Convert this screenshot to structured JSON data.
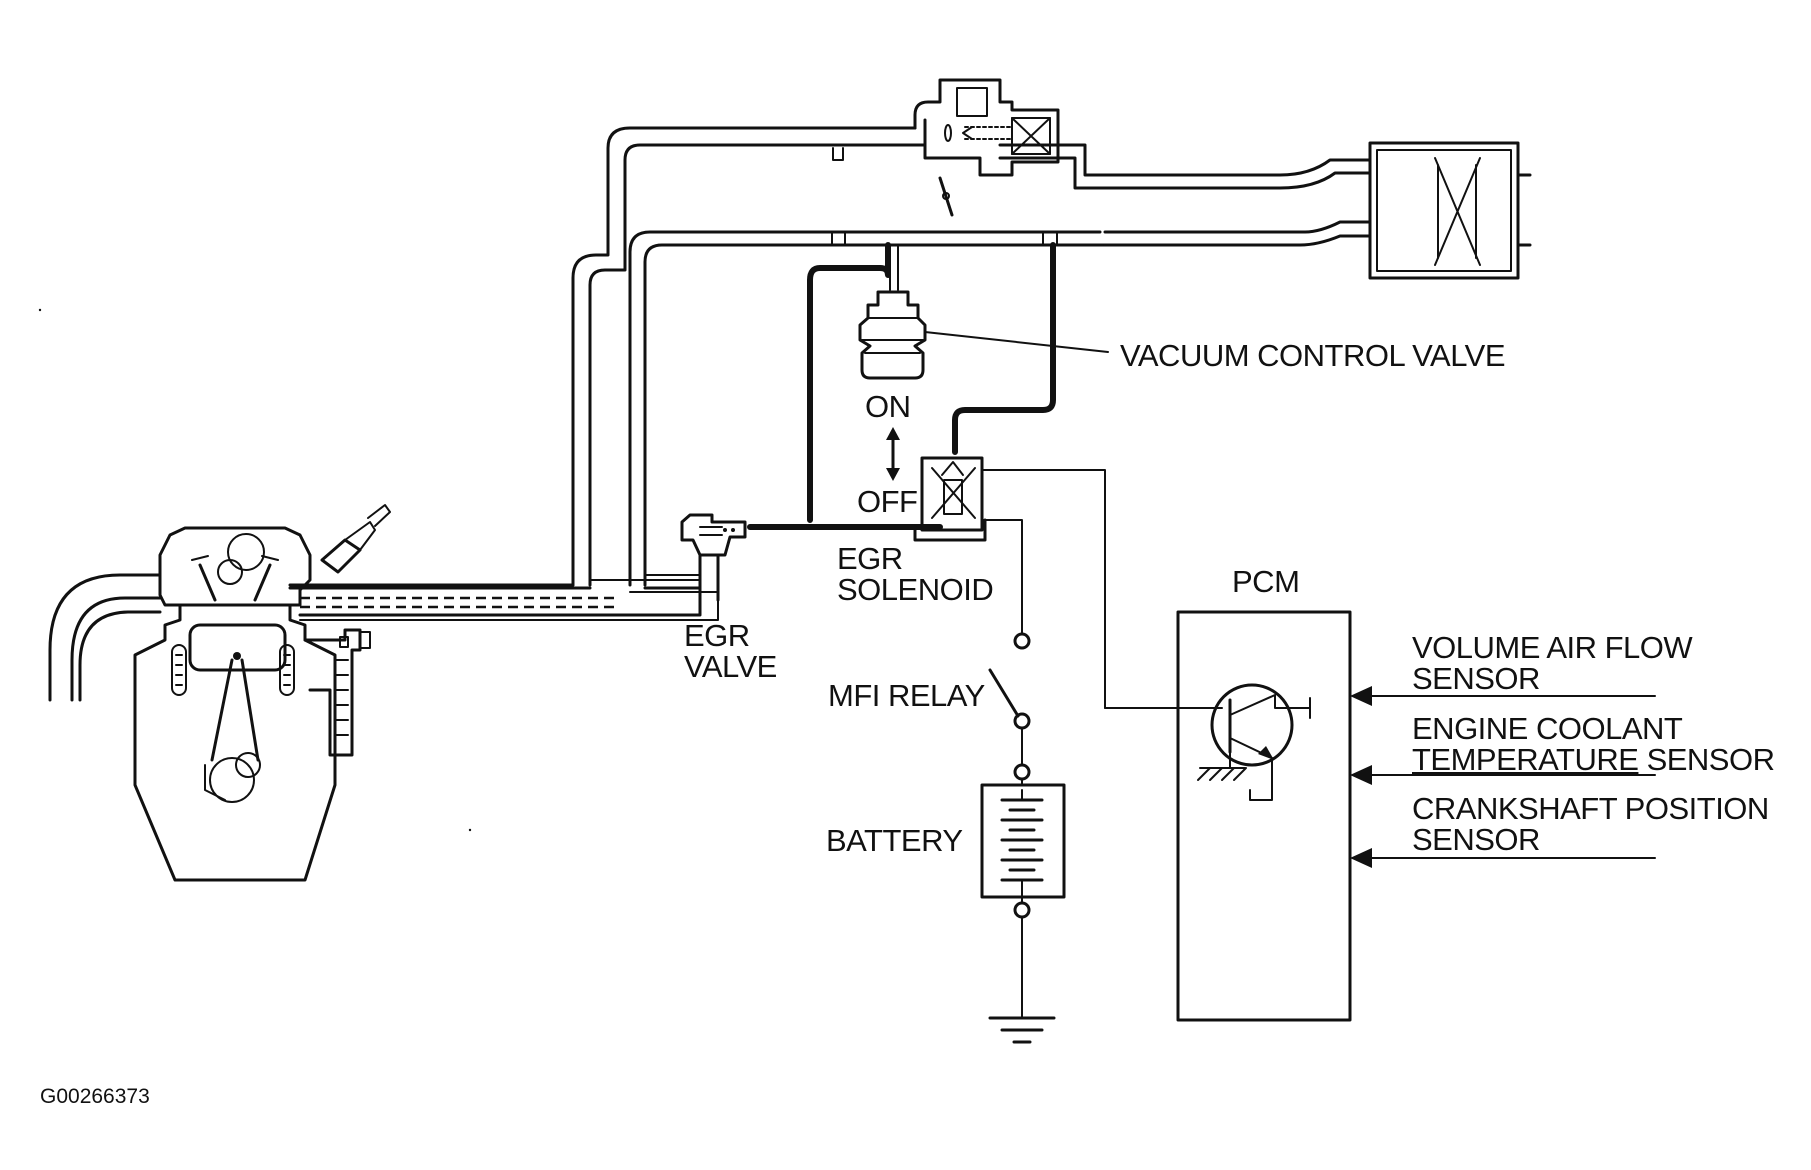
{
  "labels": {
    "vacuum_control_valve": "VACUUM CONTROL VALVE",
    "on": "ON",
    "off": "OFF",
    "egr_solenoid_line1": "EGR",
    "egr_solenoid_line2": "SOLENOID",
    "egr_valve_line1": "EGR",
    "egr_valve_line2": "VALVE",
    "pcm": "PCM",
    "mfi_relay": "MFI RELAY",
    "battery": "BATTERY",
    "volume_air_flow_line1": "VOLUME AIR FLOW",
    "volume_air_flow_line2": "SENSOR",
    "engine_coolant_line1": "ENGINE COOLANT",
    "engine_coolant_line2a": "TEMPERATURE",
    "engine_coolant_line2b": " SENSOR",
    "crankshaft_line1": "CRANKSHAFT POSITION",
    "crankshaft_line2": "SENSOR"
  },
  "figure_id": "G00266373"
}
